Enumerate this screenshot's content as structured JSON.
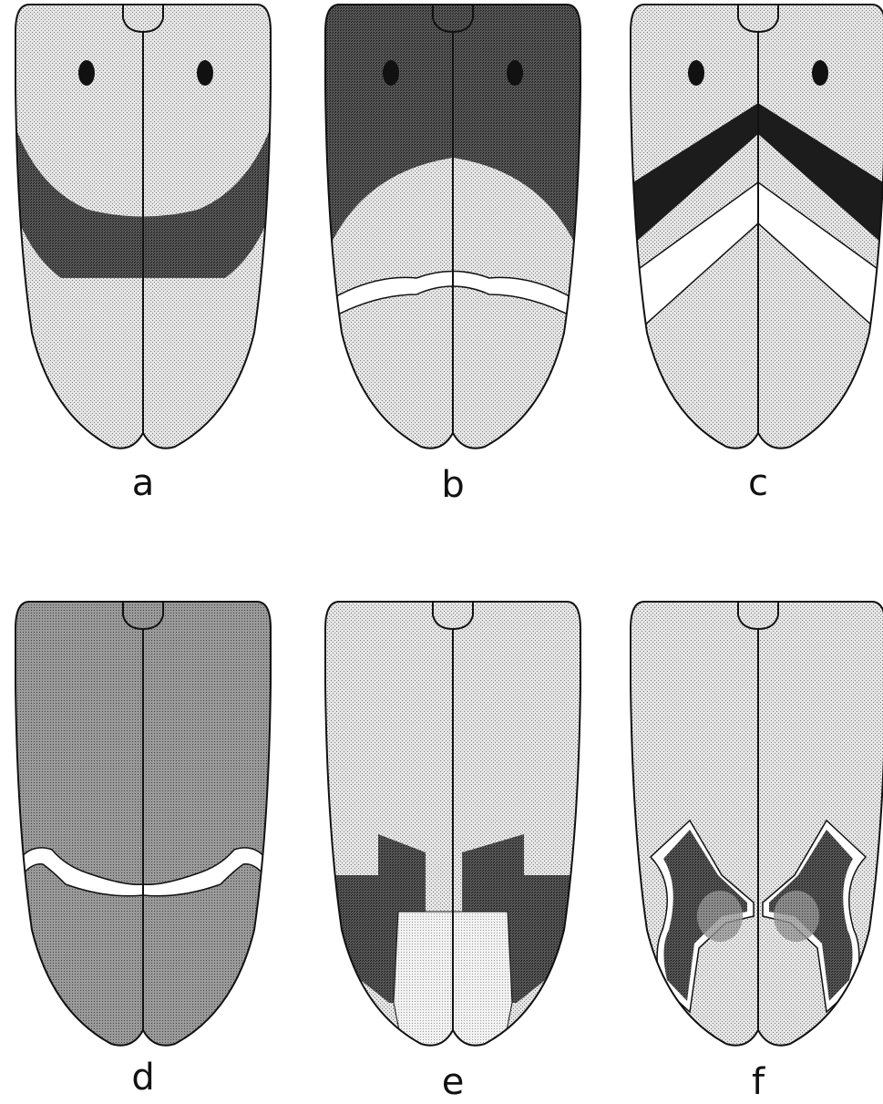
{
  "figure": {
    "panels": [
      {
        "id": "a",
        "label": "a"
      },
      {
        "id": "b",
        "label": "b"
      },
      {
        "id": "c",
        "label": "c"
      },
      {
        "id": "d",
        "label": "d"
      },
      {
        "id": "e",
        "label": "e"
      },
      {
        "id": "f",
        "label": "f"
      }
    ]
  },
  "colors": {
    "light_stipple": "#cfcfcf",
    "medium": "#8a8a8a",
    "dark": "#3d3d3d",
    "band_dark": "#1c1c1c",
    "white": "#ffffff",
    "outline": "#111111"
  }
}
